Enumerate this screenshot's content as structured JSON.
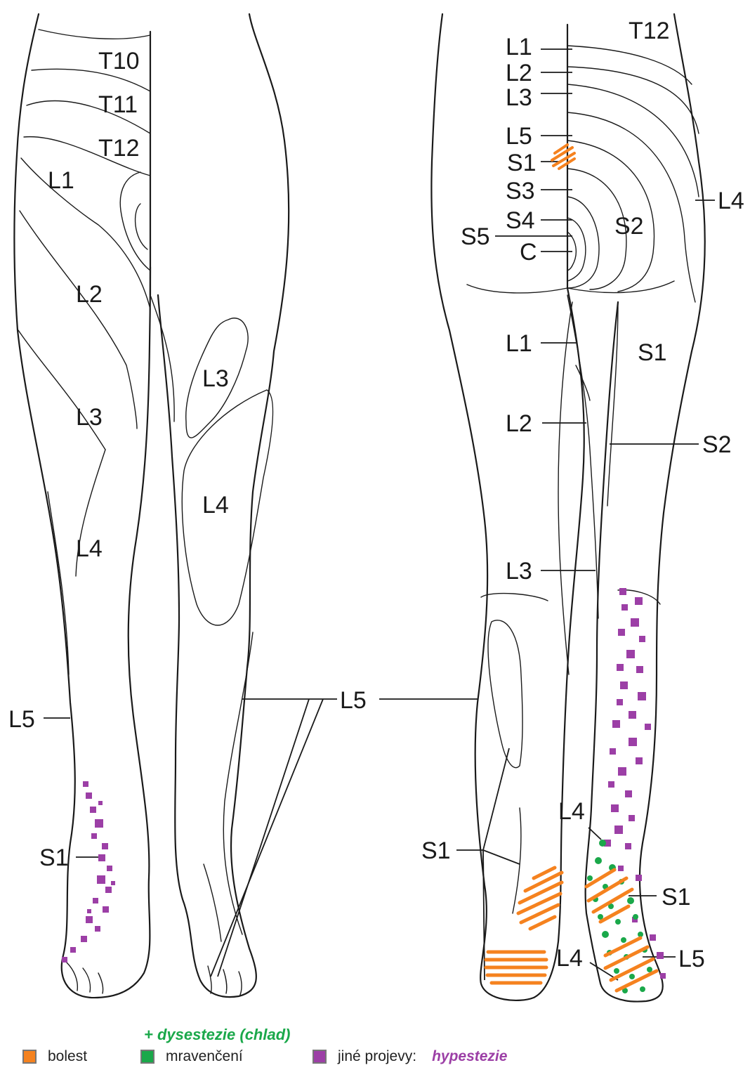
{
  "colors": {
    "pain": "#f5821f",
    "tingling": "#1aa84a",
    "other": "#9c3fa6",
    "line": "#1a1a1a"
  },
  "front_left_labels": [
    "T10",
    "T11",
    "T12",
    "L1",
    "L2",
    "L3",
    "L4",
    "L5",
    "S1"
  ],
  "front_right_labels": [
    "L3",
    "L4",
    "L5"
  ],
  "back_labels_upper": [
    "T12",
    "L1",
    "L2",
    "L3",
    "L5",
    "S1",
    "S3",
    "S4",
    "S5",
    "C",
    "S2",
    "L4"
  ],
  "back_labels_lower": [
    "L1",
    "S1",
    "L2",
    "S2",
    "L3",
    "L4",
    "S1",
    "L4",
    "L5"
  ],
  "side_label_s1": "S1",
  "legend": {
    "pain_label": "bolest",
    "tingling_label": "mravenčení",
    "other_label": "jiné projevy:",
    "other_value": "hypestezie",
    "tingling_extra": "+ dysestezie (chlad)"
  }
}
